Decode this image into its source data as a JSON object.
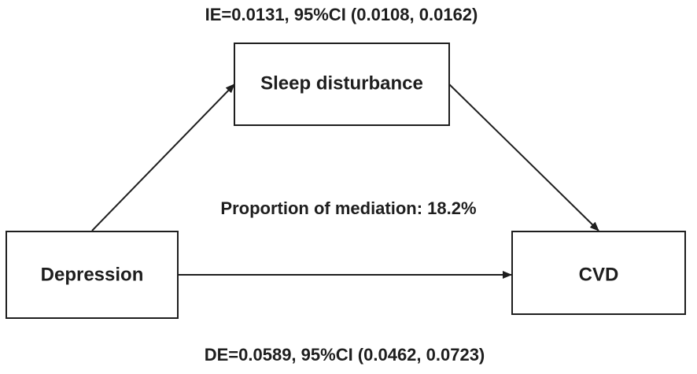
{
  "nodes": {
    "mediator": "Sleep disturbance",
    "exposure": "Depression",
    "outcome": "CVD"
  },
  "stats": {
    "indirect_effect": "IE=0.0131, 95%CI (0.0108, 0.0162)",
    "direct_effect": "DE=0.0589, 95%CI (0.0462, 0.0723)",
    "proportion": "Proportion of mediation: 18.2%"
  },
  "colors": {
    "stroke": "#1e1e1e",
    "background": "#ffffff"
  }
}
